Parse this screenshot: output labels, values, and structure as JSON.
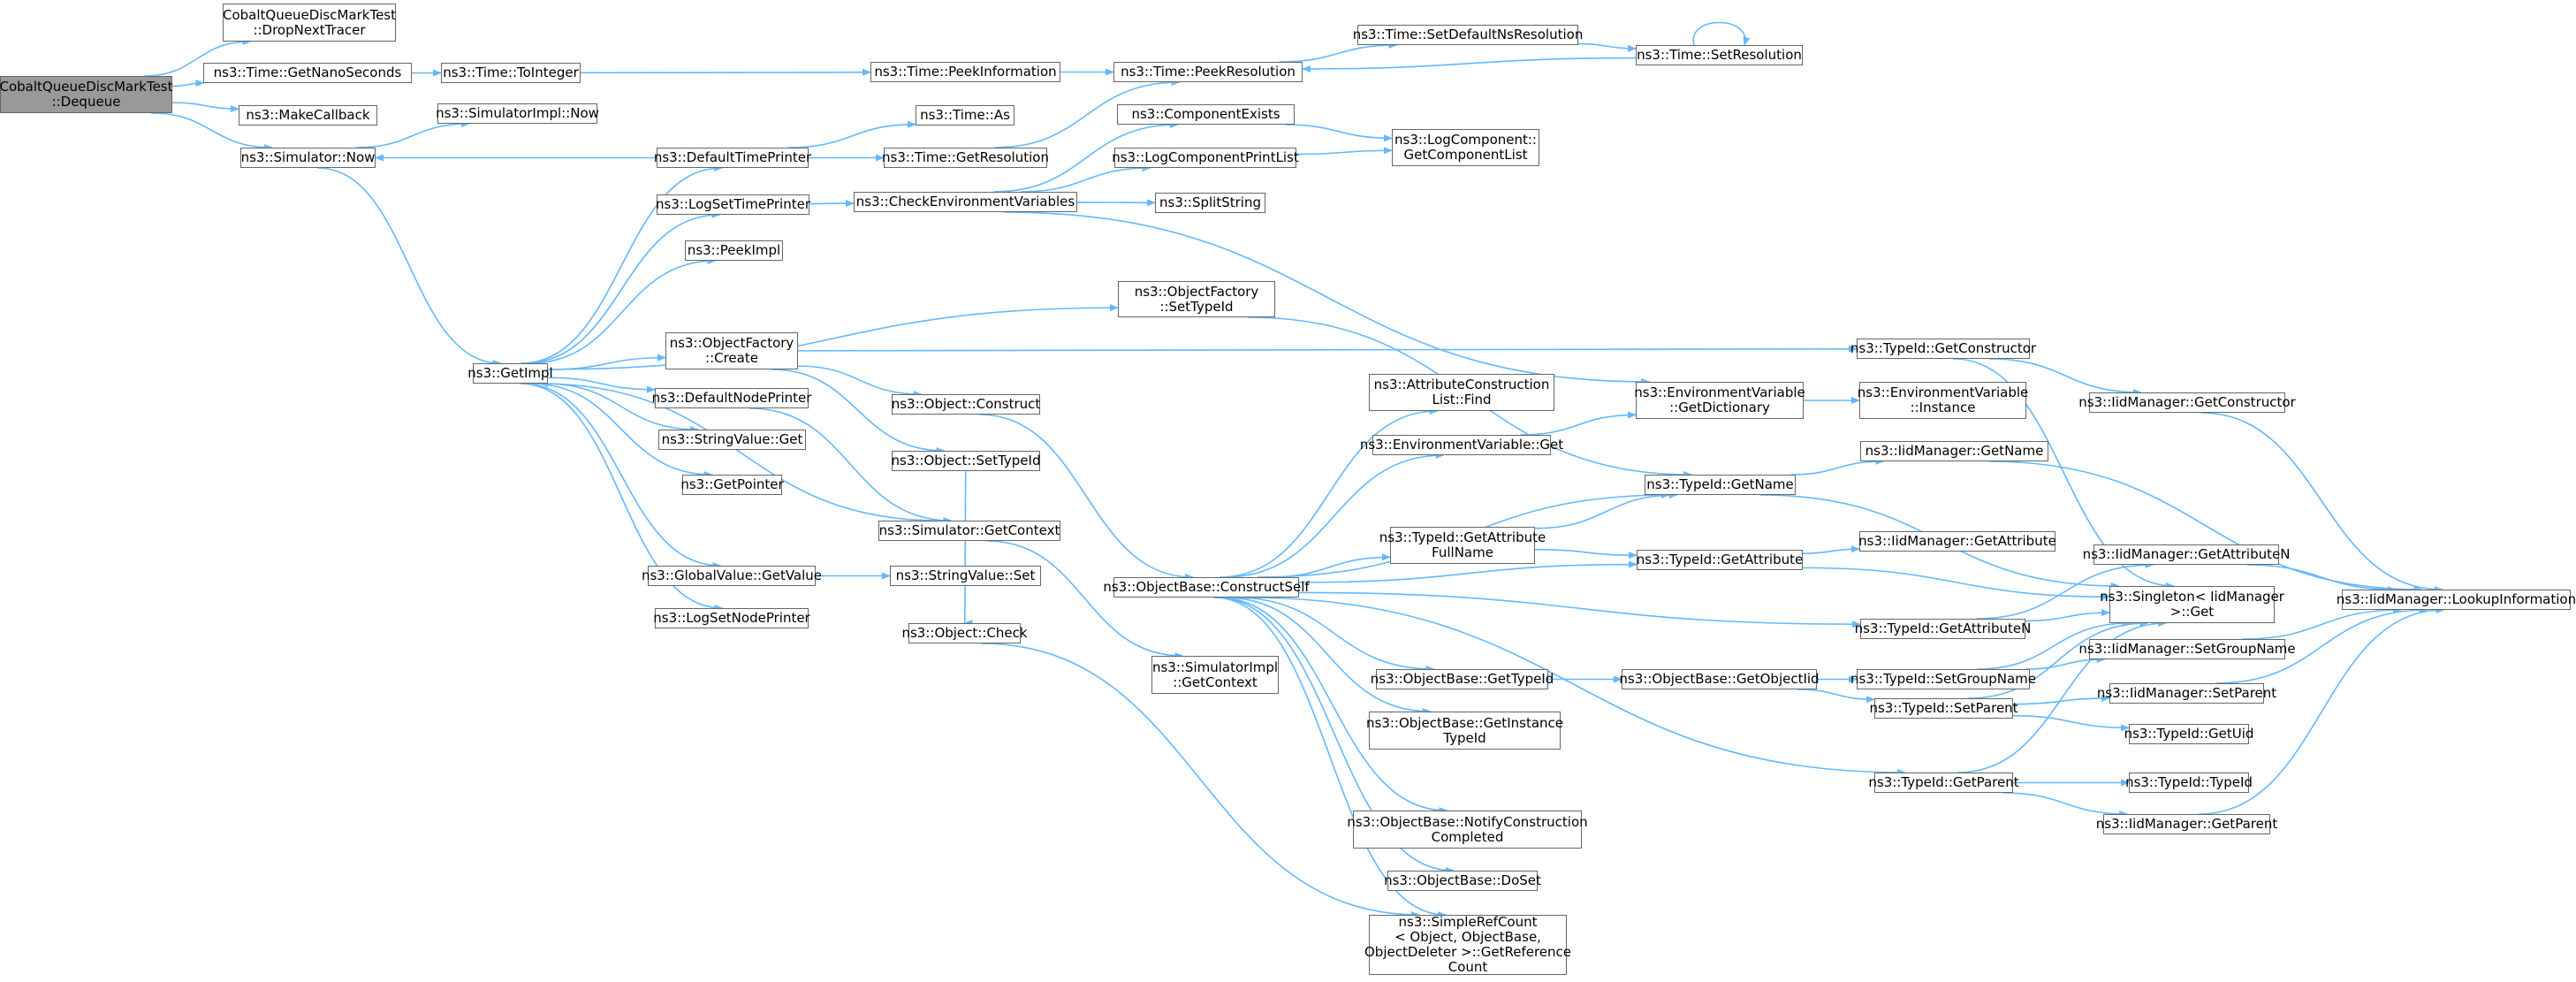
{
  "graph": {
    "colors": {
      "edge": "#63b8ff",
      "node_border": "#666666",
      "node_fill": "#ffffff",
      "root_fill": "#999999",
      "text": "#000000"
    },
    "nodes": [
      {
        "id": "dequeue",
        "lines": [
          "CobaltQueueDiscMarkTest",
          "::Dequeue"
        ],
        "root": true
      },
      {
        "id": "dropnexttracer",
        "lines": [
          "CobaltQueueDiscMarkTest",
          "::DropNextTracer"
        ]
      },
      {
        "id": "getnanoseconds",
        "lines": [
          "ns3::Time::GetNanoSeconds"
        ]
      },
      {
        "id": "makecallback",
        "lines": [
          "ns3::MakeCallback"
        ]
      },
      {
        "id": "simulator-now",
        "lines": [
          "ns3::Simulator::Now"
        ]
      },
      {
        "id": "tointeger",
        "lines": [
          "ns3::Time::ToInteger"
        ]
      },
      {
        "id": "simimpl-now",
        "lines": [
          "ns3::SimulatorImpl::Now"
        ]
      },
      {
        "id": "getimpl",
        "lines": [
          "ns3::GetImpl"
        ]
      },
      {
        "id": "defaulttimeprinter",
        "lines": [
          "ns3::DefaultTimePrinter"
        ]
      },
      {
        "id": "logsettimeprinter",
        "lines": [
          "ns3::LogSetTimePrinter"
        ]
      },
      {
        "id": "peekimpl",
        "lines": [
          "ns3::PeekImpl"
        ]
      },
      {
        "id": "objfactory-create",
        "lines": [
          "ns3::ObjectFactory",
          "::Create"
        ]
      },
      {
        "id": "defaultnodeprinter",
        "lines": [
          "ns3::DefaultNodePrinter"
        ]
      },
      {
        "id": "stringvalue-get",
        "lines": [
          "ns3::StringValue::Get"
        ]
      },
      {
        "id": "getpointer",
        "lines": [
          "ns3::GetPointer"
        ]
      },
      {
        "id": "simulator-getcontext",
        "lines": [
          "ns3::Simulator::GetContext"
        ]
      },
      {
        "id": "globalvalue-getvalue",
        "lines": [
          "ns3::GlobalValue::GetValue"
        ]
      },
      {
        "id": "logsetnodeprinter",
        "lines": [
          "ns3::LogSetNodePrinter"
        ]
      },
      {
        "id": "peekinformation",
        "lines": [
          "ns3::Time::PeekInformation"
        ]
      },
      {
        "id": "time-as",
        "lines": [
          "ns3::Time::As"
        ]
      },
      {
        "id": "time-getresolution",
        "lines": [
          "ns3::Time::GetResolution"
        ]
      },
      {
        "id": "checkenvvars",
        "lines": [
          "ns3::CheckEnvironmentVariables"
        ]
      },
      {
        "id": "objfactory-settypeid",
        "lines": [
          "ns3::ObjectFactory",
          "::SetTypeId"
        ]
      },
      {
        "id": "object-construct",
        "lines": [
          "ns3::Object::Construct"
        ]
      },
      {
        "id": "object-settypeid",
        "lines": [
          "ns3::Object::SetTypeId"
        ]
      },
      {
        "id": "stringvalue-set",
        "lines": [
          "ns3::StringValue::Set"
        ]
      },
      {
        "id": "object-check",
        "lines": [
          "ns3::Object::Check"
        ]
      },
      {
        "id": "simimpl-getcontext",
        "lines": [
          "ns3::SimulatorImpl",
          "::GetContext"
        ]
      },
      {
        "id": "constructself",
        "lines": [
          "ns3::ObjectBase::ConstructSelf"
        ]
      },
      {
        "id": "peekresolution",
        "lines": [
          "ns3::Time::PeekResolution"
        ]
      },
      {
        "id": "componentexists",
        "lines": [
          "ns3::ComponentExists"
        ]
      },
      {
        "id": "logcomponentprintlist",
        "lines": [
          "ns3::LogComponentPrintList"
        ]
      },
      {
        "id": "splitstring",
        "lines": [
          "ns3::SplitString"
        ]
      },
      {
        "id": "setdefaultnsresolution",
        "lines": [
          "ns3::Time::SetDefaultNsResolution"
        ]
      },
      {
        "id": "time-setresolution",
        "lines": [
          "ns3::Time::SetResolution"
        ]
      },
      {
        "id": "getcomponentlist",
        "lines": [
          "ns3::LogComponent::",
          "GetComponentList"
        ]
      },
      {
        "id": "attrconstruction-find",
        "lines": [
          "ns3::AttributeConstruction",
          "List::Find"
        ]
      },
      {
        "id": "envvar-get",
        "lines": [
          "ns3::EnvironmentVariable::Get"
        ]
      },
      {
        "id": "getattributefullname",
        "lines": [
          "ns3::TypeId::GetAttribute",
          "FullName"
        ]
      },
      {
        "id": "objectbase-gettypeid",
        "lines": [
          "ns3::ObjectBase::GetTypeId"
        ]
      },
      {
        "id": "getinstancetypeid",
        "lines": [
          "ns3::ObjectBase::GetInstance",
          "TypeId"
        ]
      },
      {
        "id": "notifyconstructioncompleted",
        "lines": [
          "ns3::ObjectBase::NotifyConstruction",
          "Completed"
        ]
      },
      {
        "id": "objectbase-doset",
        "lines": [
          "ns3::ObjectBase::DoSet"
        ]
      },
      {
        "id": "simplerefcount",
        "lines": [
          "ns3::SimpleRefCount",
          "< Object, ObjectBase,",
          "ObjectDeleter >::GetReference",
          "Count"
        ]
      },
      {
        "id": "envvar-getdictionary",
        "lines": [
          "ns3::EnvironmentVariable",
          "::GetDictionary"
        ]
      },
      {
        "id": "envvar-instance",
        "lines": [
          "ns3::EnvironmentVariable",
          "::Instance"
        ]
      },
      {
        "id": "typeid-getname",
        "lines": [
          "ns3::TypeId::GetName"
        ]
      },
      {
        "id": "typeid-getattribute",
        "lines": [
          "ns3::TypeId::GetAttribute"
        ]
      },
      {
        "id": "getobjectiid",
        "lines": [
          "ns3::ObjectBase::GetObjectIid"
        ]
      },
      {
        "id": "typeid-getconstructor",
        "lines": [
          "ns3::TypeId::GetConstructor"
        ]
      },
      {
        "id": "typeid-getattributen",
        "lines": [
          "ns3::TypeId::GetAttributeN"
        ]
      },
      {
        "id": "typeid-setgroupname",
        "lines": [
          "ns3::TypeId::SetGroupName"
        ]
      },
      {
        "id": "typeid-setparent",
        "lines": [
          "ns3::TypeId::SetParent"
        ]
      },
      {
        "id": "typeid-getparent",
        "lines": [
          "ns3::TypeId::GetParent"
        ]
      },
      {
        "id": "iid-getname",
        "lines": [
          "ns3::IidManager::GetName"
        ]
      },
      {
        "id": "iid-getattribute",
        "lines": [
          "ns3::IidManager::GetAttribute"
        ]
      },
      {
        "id": "iid-getconstructor",
        "lines": [
          "ns3::IidManager::GetConstructor"
        ]
      },
      {
        "id": "iid-getattributen",
        "lines": [
          "ns3::IidManager::GetAttributeN"
        ]
      },
      {
        "id": "singleton-get",
        "lines": [
          "ns3::Singleton< IidManager",
          ">::Get"
        ]
      },
      {
        "id": "iid-setgroupname",
        "lines": [
          "ns3::IidManager::SetGroupName"
        ]
      },
      {
        "id": "iid-setparent",
        "lines": [
          "ns3::IidManager::SetParent"
        ]
      },
      {
        "id": "typeid-getuid",
        "lines": [
          "ns3::TypeId::GetUid"
        ]
      },
      {
        "id": "typeid-typeid",
        "lines": [
          "ns3::TypeId::TypeId"
        ]
      },
      {
        "id": "iid-getparent",
        "lines": [
          "ns3::IidManager::GetParent"
        ]
      },
      {
        "id": "lookupinformation",
        "lines": [
          "ns3::IidManager::LookupInformation"
        ]
      }
    ],
    "edges": [
      [
        "dequeue",
        "dropnexttracer"
      ],
      [
        "dequeue",
        "getnanoseconds"
      ],
      [
        "dequeue",
        "makecallback"
      ],
      [
        "dequeue",
        "simulator-now"
      ],
      [
        "getnanoseconds",
        "tointeger"
      ],
      [
        "tointeger",
        "peekinformation"
      ],
      [
        "peekinformation",
        "peekresolution"
      ],
      [
        "simulator-now",
        "simimpl-now"
      ],
      [
        "simulator-now",
        "getimpl"
      ],
      [
        "defaulttimeprinter",
        "simulator-now"
      ],
      [
        "defaulttimeprinter",
        "time-as"
      ],
      [
        "defaulttimeprinter",
        "time-getresolution"
      ],
      [
        "time-getresolution",
        "peekresolution"
      ],
      [
        "peekresolution",
        "setdefaultnsresolution"
      ],
      [
        "setdefaultnsresolution",
        "time-setresolution"
      ],
      [
        "time-setresolution",
        "peekresolution"
      ],
      [
        "time-setresolution",
        "time-setresolution"
      ],
      [
        "getimpl",
        "defaulttimeprinter"
      ],
      [
        "getimpl",
        "logsettimeprinter"
      ],
      [
        "getimpl",
        "peekimpl"
      ],
      [
        "getimpl",
        "objfactory-settypeid"
      ],
      [
        "getimpl",
        "objfactory-create"
      ],
      [
        "getimpl",
        "defaultnodeprinter"
      ],
      [
        "getimpl",
        "stringvalue-get"
      ],
      [
        "getimpl",
        "getpointer"
      ],
      [
        "getimpl",
        "globalvalue-getvalue"
      ],
      [
        "getimpl",
        "logsetnodeprinter"
      ],
      [
        "simulator-getcontext",
        "getimpl"
      ],
      [
        "defaultnodeprinter",
        "simulator-getcontext"
      ],
      [
        "simulator-getcontext",
        "simimpl-getcontext"
      ],
      [
        "globalvalue-getvalue",
        "stringvalue-set"
      ],
      [
        "logsettimeprinter",
        "checkenvvars"
      ],
      [
        "checkenvvars",
        "componentexists"
      ],
      [
        "checkenvvars",
        "logcomponentprintlist"
      ],
      [
        "checkenvvars",
        "splitstring"
      ],
      [
        "checkenvvars",
        "envvar-getdictionary"
      ],
      [
        "componentexists",
        "getcomponentlist"
      ],
      [
        "logcomponentprintlist",
        "getcomponentlist"
      ],
      [
        "objfactory-create",
        "typeid-getconstructor"
      ],
      [
        "objfactory-create",
        "object-construct"
      ],
      [
        "objfactory-create",
        "object-settypeid"
      ],
      [
        "object-construct",
        "constructself"
      ],
      [
        "object-settypeid",
        "object-check"
      ],
      [
        "objfactory-settypeid",
        "typeid-getname"
      ],
      [
        "constructself",
        "attrconstruction-find"
      ],
      [
        "constructself",
        "envvar-get"
      ],
      [
        "constructself",
        "typeid-getname"
      ],
      [
        "constructself",
        "getattributefullname"
      ],
      [
        "constructself",
        "typeid-getattribute"
      ],
      [
        "constructself",
        "typeid-getattributen"
      ],
      [
        "constructself",
        "objectbase-gettypeid"
      ],
      [
        "constructself",
        "getinstancetypeid"
      ],
      [
        "constructself",
        "typeid-getparent"
      ],
      [
        "constructself",
        "notifyconstructioncompleted"
      ],
      [
        "constructself",
        "objectbase-doset"
      ],
      [
        "constructself",
        "simplerefcount"
      ],
      [
        "object-check",
        "simplerefcount"
      ],
      [
        "envvar-get",
        "envvar-getdictionary"
      ],
      [
        "envvar-getdictionary",
        "envvar-instance"
      ],
      [
        "getattributefullname",
        "typeid-getname"
      ],
      [
        "getattributefullname",
        "typeid-getattribute"
      ],
      [
        "objectbase-gettypeid",
        "getobjectiid"
      ],
      [
        "getobjectiid",
        "typeid-setgroupname"
      ],
      [
        "getobjectiid",
        "typeid-setparent"
      ],
      [
        "typeid-getname",
        "iid-getname"
      ],
      [
        "typeid-getname",
        "singleton-get"
      ],
      [
        "typeid-getattribute",
        "iid-getattribute"
      ],
      [
        "typeid-getattribute",
        "singleton-get"
      ],
      [
        "typeid-getconstructor",
        "iid-getconstructor"
      ],
      [
        "typeid-getconstructor",
        "singleton-get"
      ],
      [
        "typeid-getattributen",
        "iid-getattributen"
      ],
      [
        "typeid-getattributen",
        "singleton-get"
      ],
      [
        "typeid-setgroupname",
        "iid-setgroupname"
      ],
      [
        "typeid-setgroupname",
        "singleton-get"
      ],
      [
        "typeid-setparent",
        "iid-setparent"
      ],
      [
        "typeid-setparent",
        "typeid-getuid"
      ],
      [
        "typeid-setparent",
        "singleton-get"
      ],
      [
        "typeid-getparent",
        "typeid-typeid"
      ],
      [
        "typeid-getparent",
        "iid-getparent"
      ],
      [
        "typeid-getparent",
        "singleton-get"
      ],
      [
        "iid-getname",
        "lookupinformation"
      ],
      [
        "iid-getconstructor",
        "lookupinformation"
      ],
      [
        "iid-getattributen",
        "lookupinformation"
      ],
      [
        "iid-setgroupname",
        "lookupinformation"
      ],
      [
        "iid-setparent",
        "lookupinformation"
      ],
      [
        "iid-getparent",
        "lookupinformation"
      ]
    ]
  }
}
